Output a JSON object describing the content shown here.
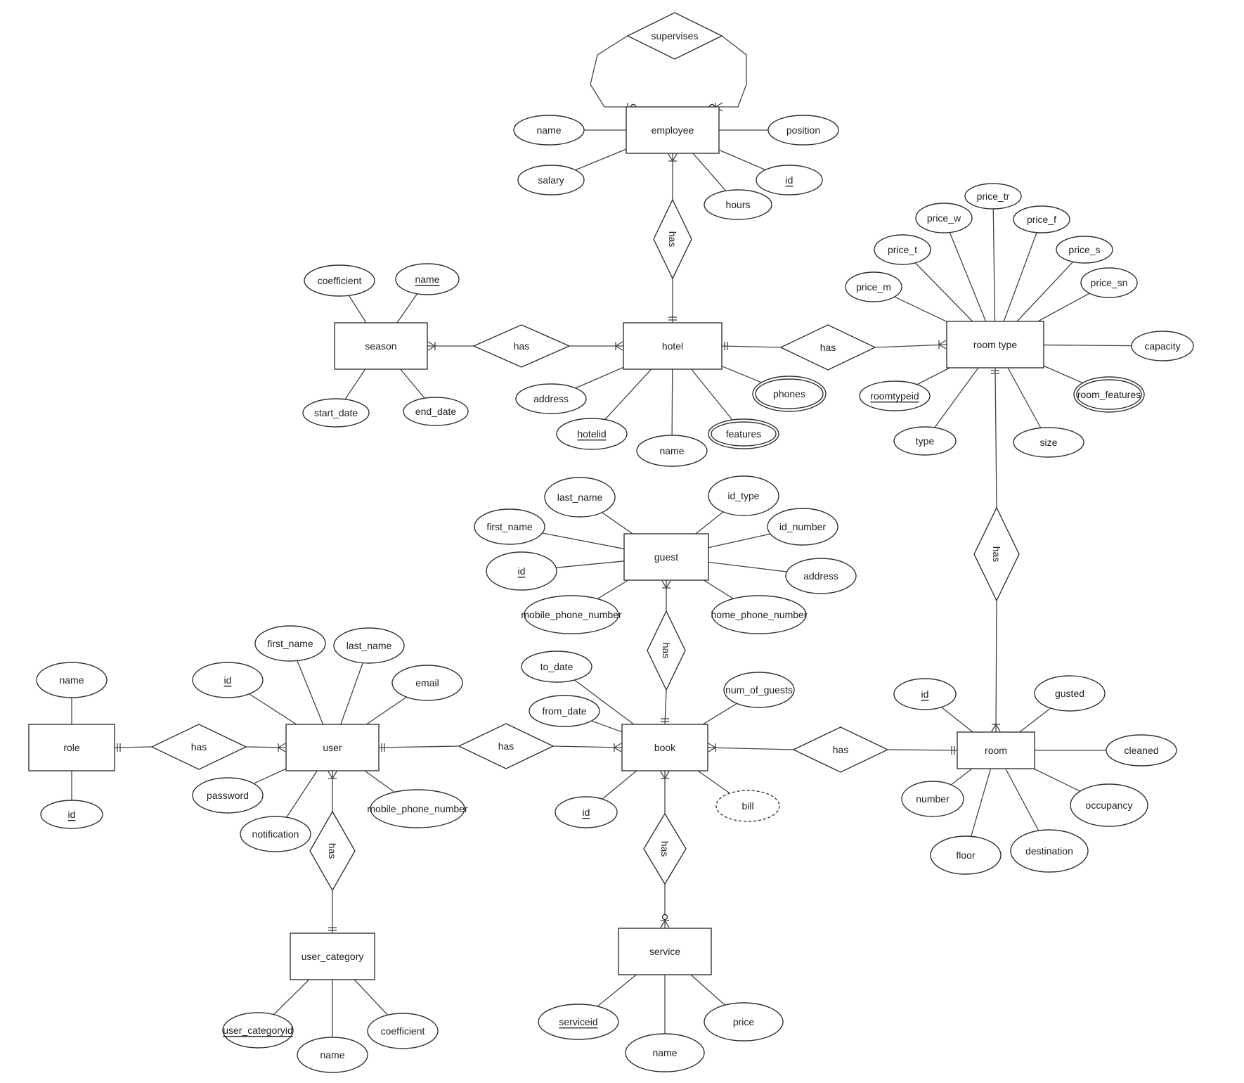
{
  "entities": {
    "employee": "employee",
    "hotel": "hotel",
    "season": "season",
    "room_type": "room type",
    "guest": "guest",
    "role": "role",
    "user": "user",
    "book": "book",
    "room": "room",
    "user_category": "user_category",
    "service": "service"
  },
  "relationships": {
    "supervises": "supervises",
    "employee_hotel": "has",
    "season_hotel": "has",
    "hotel_room_type": "has",
    "room_type_room": "has",
    "guest_book": "has",
    "role_user": "has",
    "user_book": "has",
    "book_room": "has",
    "user_user_category": "has",
    "book_service": "has"
  },
  "attributes": {
    "employee": {
      "name": "name",
      "salary": "salary",
      "hours": "hours",
      "id": "id",
      "position": "position"
    },
    "season": {
      "coefficient": "coefficient",
      "name": "name",
      "start_date": "start_date",
      "end_date": "end_date"
    },
    "hotel": {
      "address": "address",
      "hotelid": "hotelid",
      "name": "name",
      "features": "features",
      "phones": "phones"
    },
    "room_type": {
      "price_m": "price_m",
      "price_t": "price_t",
      "price_w": "price_w",
      "price_tr": "price_tr",
      "price_f": "price_f",
      "price_s": "price_s",
      "price_sn": "price_sn",
      "capacity": "capacity",
      "room_features": "room_features",
      "size": "size",
      "type": "type",
      "roomtypeid": "roomtypeid"
    },
    "guest": {
      "last_name": "last_name",
      "id_type": "id_type",
      "first_name": "first_name",
      "id_number": "id_number",
      "id": "id",
      "address": "address",
      "mobile_phone_number": "mobile_phone_number",
      "home_phone_number": "home_phone_number"
    },
    "role": {
      "name": "name",
      "id": "id"
    },
    "user": {
      "id": "id",
      "first_name": "first_name",
      "last_name": "last_name",
      "email": "email",
      "password": "password",
      "notification": "notification",
      "mobile_phone_number": "mobile_phone_number"
    },
    "book": {
      "to_date": "to_date",
      "from_date": "from_date",
      "num_of_guests": "num_of_guests",
      "id": "id",
      "bill": "bill"
    },
    "room": {
      "id": "id",
      "gusted": "gusted",
      "cleaned": "cleaned",
      "occupancy": "occupancy",
      "destination": "destination",
      "floor": "floor",
      "number": "number"
    },
    "user_category": {
      "user_categoryid": "user_categoryid",
      "name": "name",
      "coefficient": "coefficient"
    },
    "service": {
      "serviceid": "serviceid",
      "name": "name",
      "price": "price"
    }
  }
}
